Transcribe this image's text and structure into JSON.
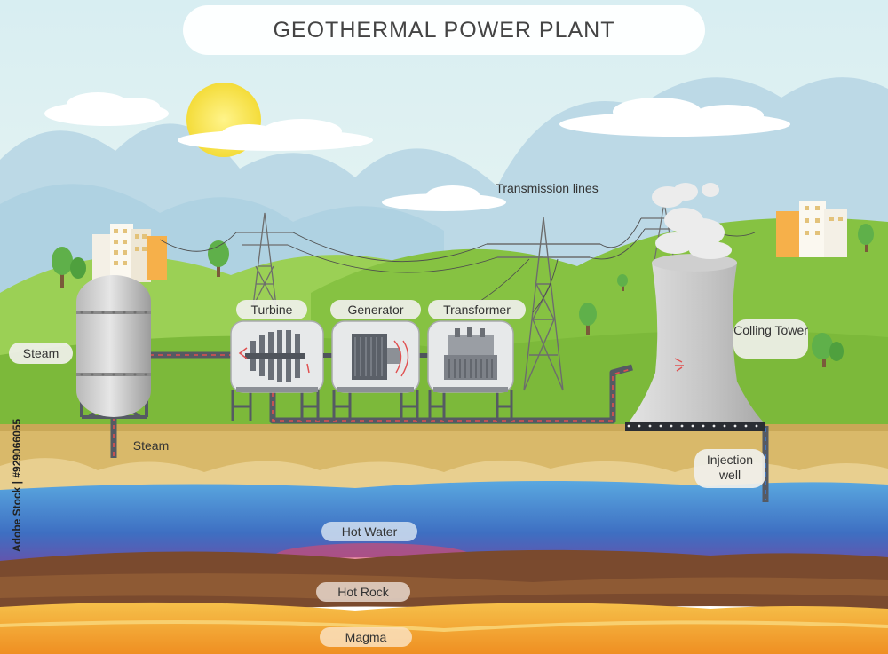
{
  "title": "GEOTHERMAL POWER PLANT",
  "labels": {
    "steam_left": "Steam",
    "steam_pipe": "Steam",
    "turbine": "Turbine",
    "generator": "Generator",
    "transformer": "Transformer",
    "transmission_lines": "Transmission lines",
    "cooling_tower": "Colling Tower",
    "injection_well": "Injection well",
    "hot_water": "Hot Water",
    "hot_rock": "Hot Rock",
    "magma": "Magma"
  },
  "watermark": "Adobe Stock | #929066055",
  "colors": {
    "sky": "#cfe9ef",
    "hills": "#8cc84a",
    "soil": "#d9b96a",
    "water": "#3c8fd0",
    "rock": "#7a4a2e",
    "magma": "#f0a230",
    "steam_flow": "#e05050",
    "pipe": "#555a63"
  }
}
